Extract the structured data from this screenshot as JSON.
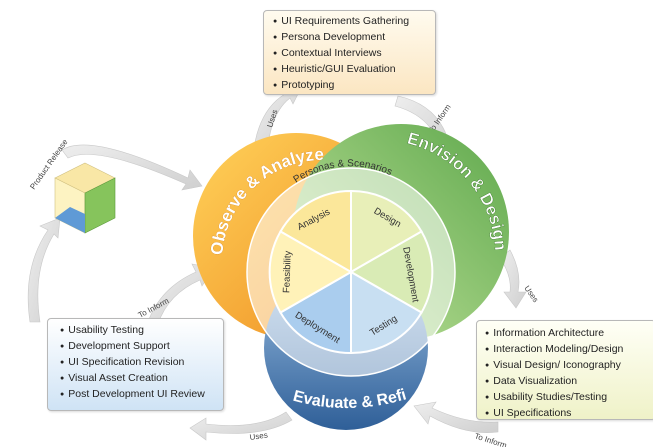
{
  "circles": {
    "observe": "Observe & Analyze",
    "envision": "Envision & Design",
    "evaluate": "Evaluate & Refine",
    "personas": "Personas & Scenarios"
  },
  "segments": {
    "analysis": "Analysis",
    "design": "Design",
    "development": "Development",
    "testing": "Testing",
    "deployment": "Deployment",
    "feasibility": "Feasibility"
  },
  "arrows": {
    "uses_top": "Uses",
    "to_inform_top": "To Inform",
    "uses_right": "Uses",
    "to_inform_bottom": "To Inform",
    "uses_bottom": "Uses",
    "to_inform_left": "To Inform",
    "product_release": "Product Release"
  },
  "boxes": {
    "top": [
      "UI Requirements Gathering",
      "Persona Development",
      "Contextual Interviews",
      "Heuristic/GUI Evaluation",
      "Prototyping"
    ],
    "left": [
      "Usability Testing",
      "Development Support",
      "UI Specification Revision",
      "Visual Asset Creation",
      "Post Development UI Review"
    ],
    "right": [
      "Information Architecture",
      "Interaction Modeling/Design",
      "Visual Design/ Iconography",
      "Data Visualization",
      "Usability Studies/Testing",
      "UI Specifications"
    ]
  },
  "colors": {
    "observe": "#f2a03a",
    "envision": "#74b562",
    "evaluate": "#4f7fb5",
    "arrow": "#dcdcdc"
  }
}
